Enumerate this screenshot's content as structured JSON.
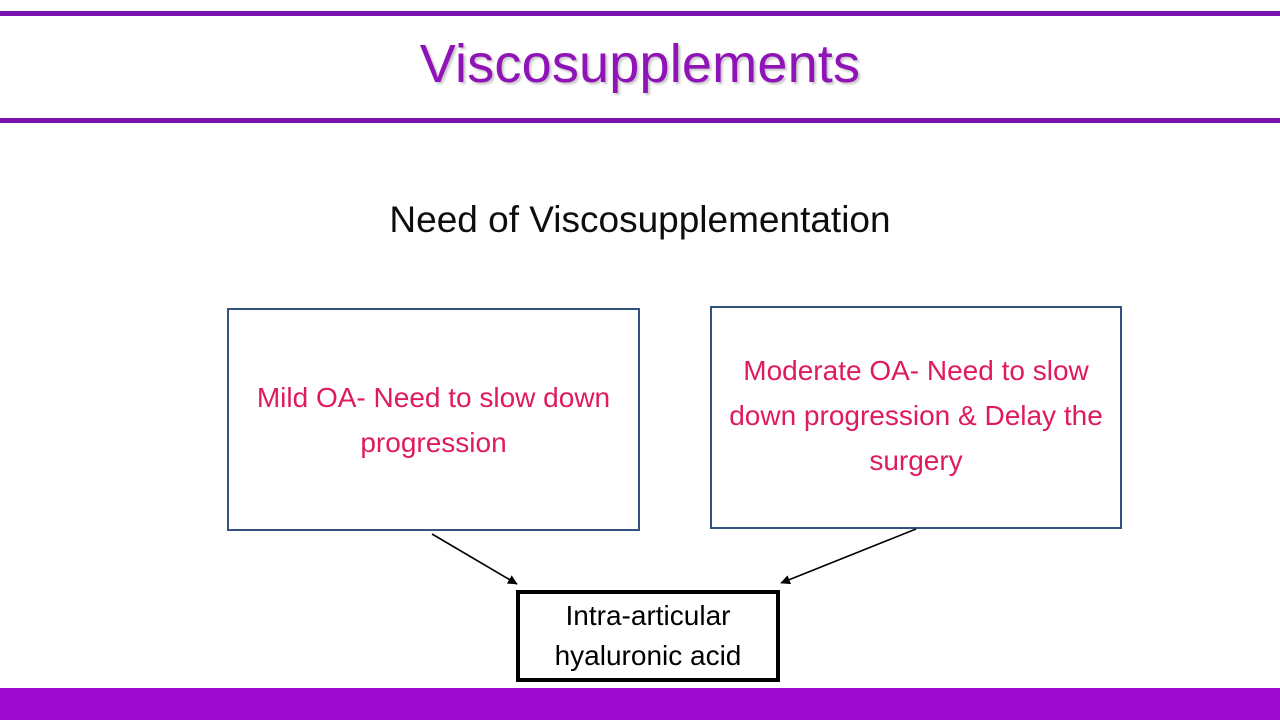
{
  "slide": {
    "title": "Viscosupplements",
    "subtitle": "Need of Viscosupplementation",
    "boxes": {
      "left": {
        "text": "Mild OA- Need to slow down progression"
      },
      "right": {
        "text": "Moderate OA- Need to slow down progression & Delay the surgery"
      },
      "result": {
        "text": "Intra-articular\nhyaluronic acid"
      }
    },
    "colors": {
      "title": "#9013B8",
      "rule": "#7A13B0",
      "footer_bar": "#9C0BCE",
      "box_border": "#33527E",
      "box_text": "#E01B5B",
      "result_border": "#000000",
      "result_text": "#000000",
      "subtitle_text": "#0D0D0D",
      "arrow": "#000000",
      "background": "#FFFFFF"
    }
  }
}
